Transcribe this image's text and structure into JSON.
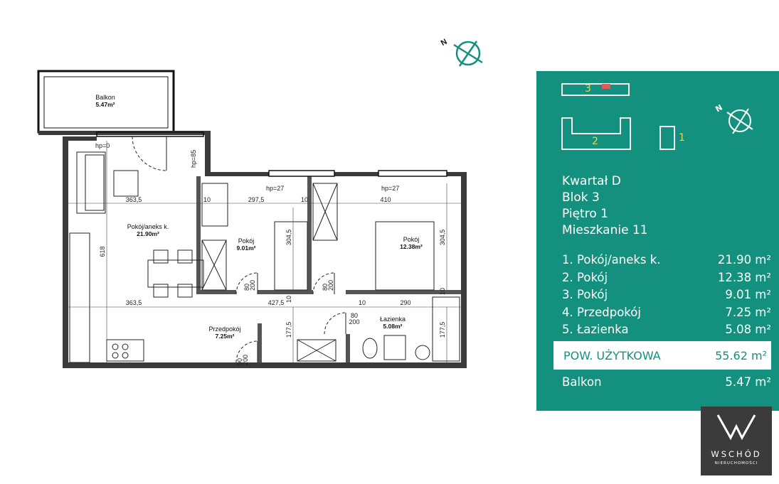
{
  "plan": {
    "rooms": [
      {
        "name": "Balkon",
        "area": "5.47m²"
      },
      {
        "name": "Pokój/aneks k.",
        "area": "21.90m²"
      },
      {
        "name": "Pokój",
        "area": "9.01m²"
      },
      {
        "name": "Pokój",
        "area": "12.38m²"
      },
      {
        "name": "Przedpokój",
        "area": "7.25m²"
      },
      {
        "name": "Łazienka",
        "area": "5.08m²"
      }
    ],
    "dims": {
      "d1": "363,5",
      "d2": "297,5",
      "d3": "410",
      "d4": "363,5",
      "d5": "427,5",
      "d6": "290",
      "d7": "618",
      "d8": "304,5",
      "d9": "304,5",
      "d10": "177,5",
      "d11": "177,5",
      "d12": "10",
      "d13": "10",
      "d14": "10",
      "d15": "10",
      "d16": "10",
      "hp1": "hp=0",
      "hp2": "hp=85",
      "hp3": "hp=27",
      "hp4": "hp=27"
    },
    "doors": {
      "a1": "80",
      "a2": "200",
      "b1": "80",
      "b2": "200",
      "c1": "80",
      "c2": "200",
      "e1": "90",
      "e2": "200"
    },
    "compass_letter": "N"
  },
  "panel": {
    "header": [
      "Kwartał D",
      "Blok 3",
      "Piętro 1",
      "Mieszkanie 11"
    ],
    "rooms": [
      {
        "label": "1. Pokój/aneks k.",
        "value": "21.90 m²"
      },
      {
        "label": "2. Pokój",
        "value": "12.38 m²"
      },
      {
        "label": "3. Pokój",
        "value": "9.01 m²"
      },
      {
        "label": "4. Przedpokój",
        "value": "7.25 m²"
      },
      {
        "label": "5. Łazienka",
        "value": "5.08 m²"
      }
    ],
    "usable": {
      "label": "POW. UŻYTKOWA",
      "value": "55.62 m²"
    },
    "balcony": {
      "label": "Balkon",
      "value": "5.47 m²"
    },
    "mini_labels": [
      "3",
      "2",
      "1"
    ],
    "compass_letter": "N",
    "colors": {
      "background": "#14907f",
      "accent": "#e8d84a",
      "marker": "#e35a5a"
    }
  },
  "logo": {
    "brand": "WSCHÓD",
    "sub": "NIERUCHOMOŚCI"
  }
}
